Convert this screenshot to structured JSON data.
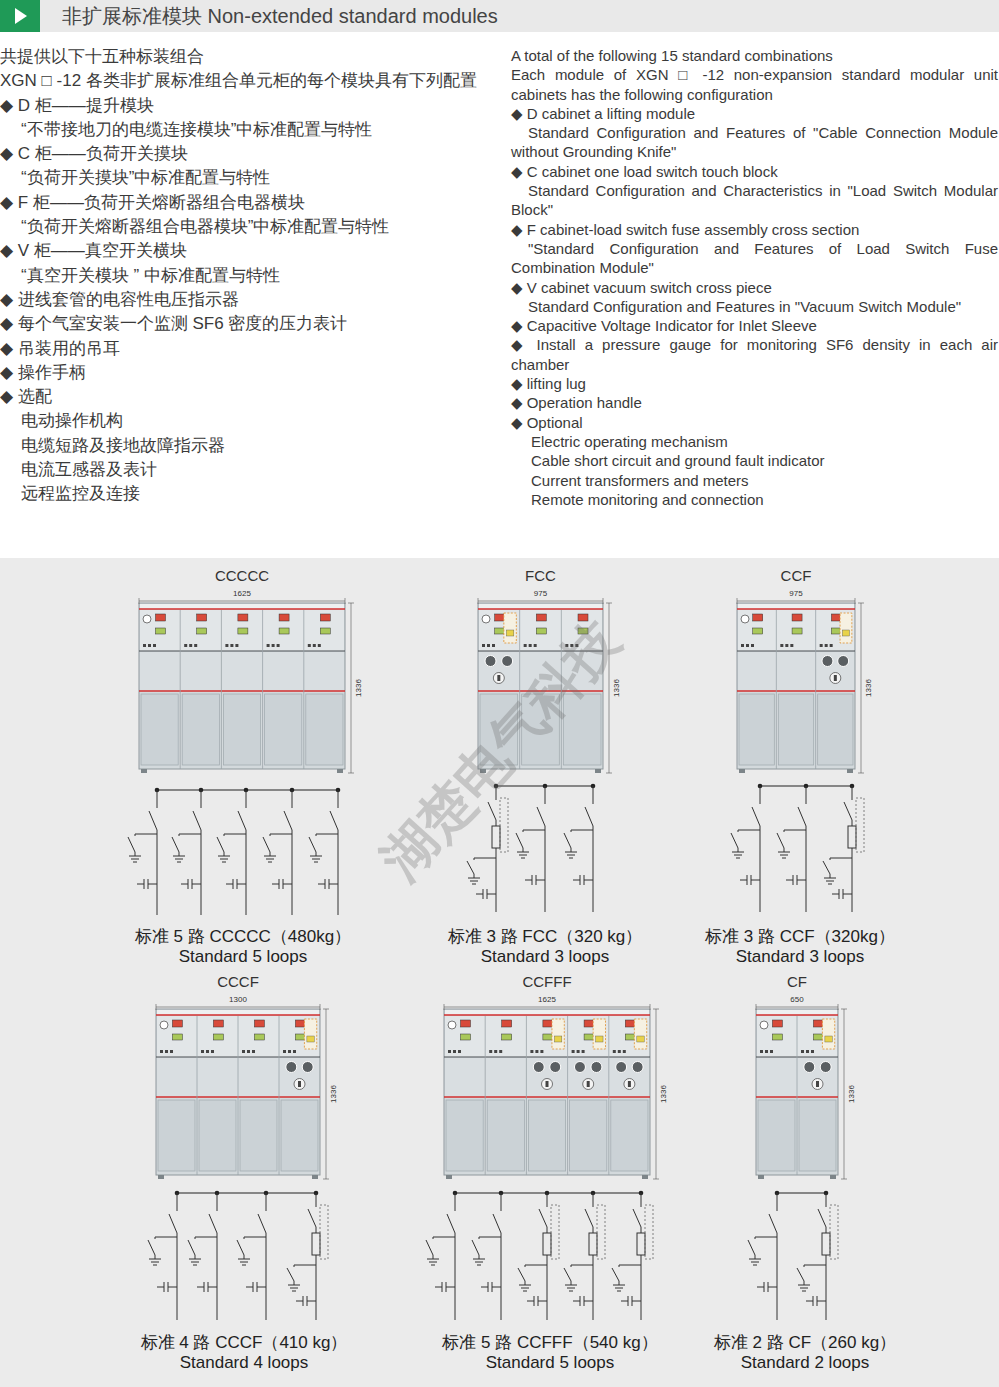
{
  "diagram": {
    "title": "非扩展标准模块 Non-extended standard modules",
    "nodes": [
      {
        "text": [
          "CCCCC"
        ]
      },
      {
        "text": [
          "FCC"
        ]
      },
      {
        "text": [
          "CCF"
        ]
      },
      {
        "text": [
          "CCCF"
        ]
      },
      {
        "text": [
          "CCFFF"
        ]
      },
      {
        "text": [
          "CF"
        ]
      }
    ],
    "labels": [
      "共提供以下十五种标装组合",
      "XGN □ -12 各类非扩展标准组合单元柜的每个模块具有下列配置",
      "◆ D 柜——提升模块",
      "“不带接地刀的电缆连接模块”中标准配置与特性",
      "◆ C 柜——负荷开关摸块",
      "“负荷开关摸块”中标准配置与特性",
      "◆ F 柜——负荷开关熔断器组合电器横块",
      "“负荷开关熔断器组合电器模块”中标准配置与特性",
      "◆ V 柜——真空开关横块",
      "“真空开关模块 ” 中标准配置与特性",
      "◆ 进线套管的电容性电压指示器",
      "◆ 每个气室安装一个监测 SF6 密度的压力表计",
      "◆ 吊装用的吊耳",
      "◆ 操作手柄",
      "◆ 选配",
      "电动操作机构",
      "电缆短路及接地故障指示器",
      "电流互感器及表计",
      "远程监控及连接",
      "A total of the following 15 standard combinations",
      "Each module of XGN □ -12 non-expansion standard modular unit cabinets has the following configuration",
      "◆ D cabinet a lifting module",
      "Standard Configuration and Features of \"Cable Connection Module without Grounding Knife\"",
      "◆ C cabinet one load switch touch block",
      "Standard Configuration and Characteristics in \"Load Switch Modular Block\"",
      "◆ F cabinet-load switch fuse assembly cross section",
      "\"Standard Configuration and Features of Load Switch Fuse Combination Module\"",
      "◆ V cabinet vacuum switch cross piece",
      "Standard Configuration and Features in \"Vacuum Switch Module\"",
      "◆ Capacitive Voltage Indicator for Inlet Sleeve",
      "◆ Install a pressure gauge for monitoring SF6 density in each air chamber",
      "◆ lifting lug",
      "◆ Operation handle",
      "◆ Optional",
      "Electric operating mechanism",
      "Cable short circuit and ground fault indicator",
      "Current transformers and meters",
      "Remote monitoring and connection",
      "1625",
      "1336",
      "标准 5 路 CCCCC（480kg）",
      "Standard 5 loops",
      "975",
      "1336",
      "标准 3 路 FCC（320 kg）",
      "Standard 3 loops",
      "975",
      "1336",
      "标准 3 路 CCF（320kg）",
      "Standard 3 loops",
      "1300",
      "1336",
      "标准 4 路 CCCF（410 kg）",
      "Standard 4 loops",
      "1625",
      "1336",
      "标准 5 路 CCFFF（540 kg）",
      "Standard 5 loops",
      "650",
      "1336",
      "标准 2 路 CF（260 kg）",
      "Standard 2 loops",
      "湖楚电气科技"
    ]
  }
}
